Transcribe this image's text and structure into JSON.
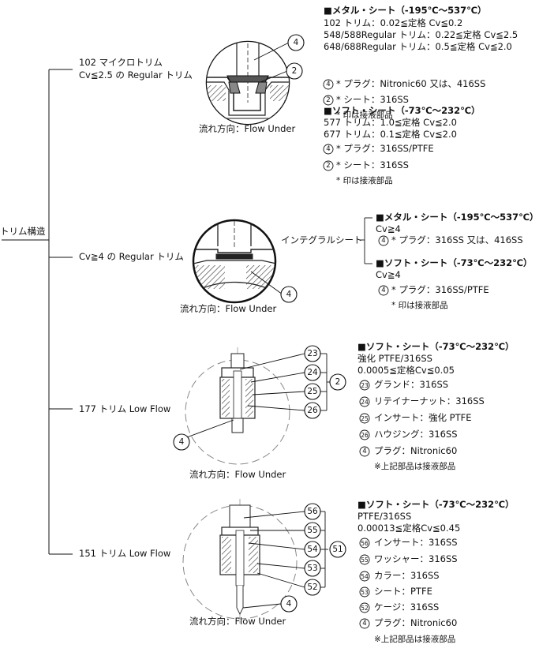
{
  "root_label": "トリム構造",
  "branches": [
    {
      "label1": "102 マイクロトリム",
      "label2": "Cv≦2.5 の Regular トリム"
    },
    {
      "label1": "Cv≧4 の Regular トリム"
    },
    {
      "label1": "177 トリム Low Flow"
    },
    {
      "label1": "151 トリム Low Flow"
    }
  ],
  "flow_label": "流れ方向：Flow Under",
  "callouts": {
    "n2": "2",
    "n4": "4",
    "n23": "23",
    "n24": "24",
    "n25": "25",
    "n26": "26",
    "n51": "51",
    "n52": "52",
    "n53": "53",
    "n54": "54",
    "n55": "55",
    "n56": "56"
  },
  "specs": {
    "s1": {
      "metal_title": "■メタル・シート（-195℃～537℃）",
      "metal_lines": [
        "102 トリム：0.02≦定格 Cv≦0.2",
        "548/588Regular トリム：0.22≦定格 Cv≦2.5",
        "648/688Regular トリム：0.5≦定格 Cv≦2.0"
      ],
      "metal_plug": "* プラグ：Nitronic60 又は、416SS",
      "metal_seat": "* シート：316SS",
      "note1": "* 印は接液部品",
      "soft_title": "■ソフト・シート（-73℃～232℃）",
      "soft_lines": [
        "577 トリム：1.0≦定格 Cv≦2.0",
        "677 トリム：0.1≦定格 Cv≦2.0"
      ],
      "soft_plug": "* プラグ：316SS/PTFE",
      "soft_seat": "* シート：316SS",
      "note2": "* 印は接液部品"
    },
    "s2": {
      "integral": "インテグラルシート",
      "metal_title": "■メタル・シート（-195℃～537℃）",
      "metal_cv": "Cv≧4",
      "metal_plug": "* プラグ：316SS 又は、416SS",
      "soft_title": "■ソフト・シート（-73℃～232℃）",
      "soft_cv": "Cv≧4",
      "soft_plug": "* プラグ：316SS/PTFE",
      "note": "* 印は接液部品"
    },
    "s3": {
      "title": "■ソフト・シート（-73℃～232℃）",
      "line1": "強化 PTFE/316SS",
      "line2": "0.0005≦定格Cv≦0.05",
      "items": [
        {
          "num": "23",
          "text": "グランド：316SS"
        },
        {
          "num": "24",
          "text": "リテイナーナット：316SS"
        },
        {
          "num": "25",
          "text": "インサート：強化 PTFE"
        },
        {
          "num": "26",
          "text": "ハウジング：316SS"
        },
        {
          "num": "4",
          "text": "プラグ：Nitronic60"
        }
      ],
      "note": "※上記部品は接液部品"
    },
    "s4": {
      "title": "■ソフト・シート（-73℃～232℃）",
      "line1": "PTFE/316SS",
      "line2": "0.00013≦定格Cv≦0.45",
      "items": [
        {
          "num": "56",
          "text": "インサート：316SS"
        },
        {
          "num": "55",
          "text": "ワッシャー：316SS"
        },
        {
          "num": "54",
          "text": "カラー：316SS"
        },
        {
          "num": "53",
          "text": "シート：PTFE"
        },
        {
          "num": "52",
          "text": "ケージ：316SS"
        },
        {
          "num": "4",
          "text": "プラグ：Nitronic60"
        }
      ],
      "note": "※上記部品は接液部品"
    }
  }
}
